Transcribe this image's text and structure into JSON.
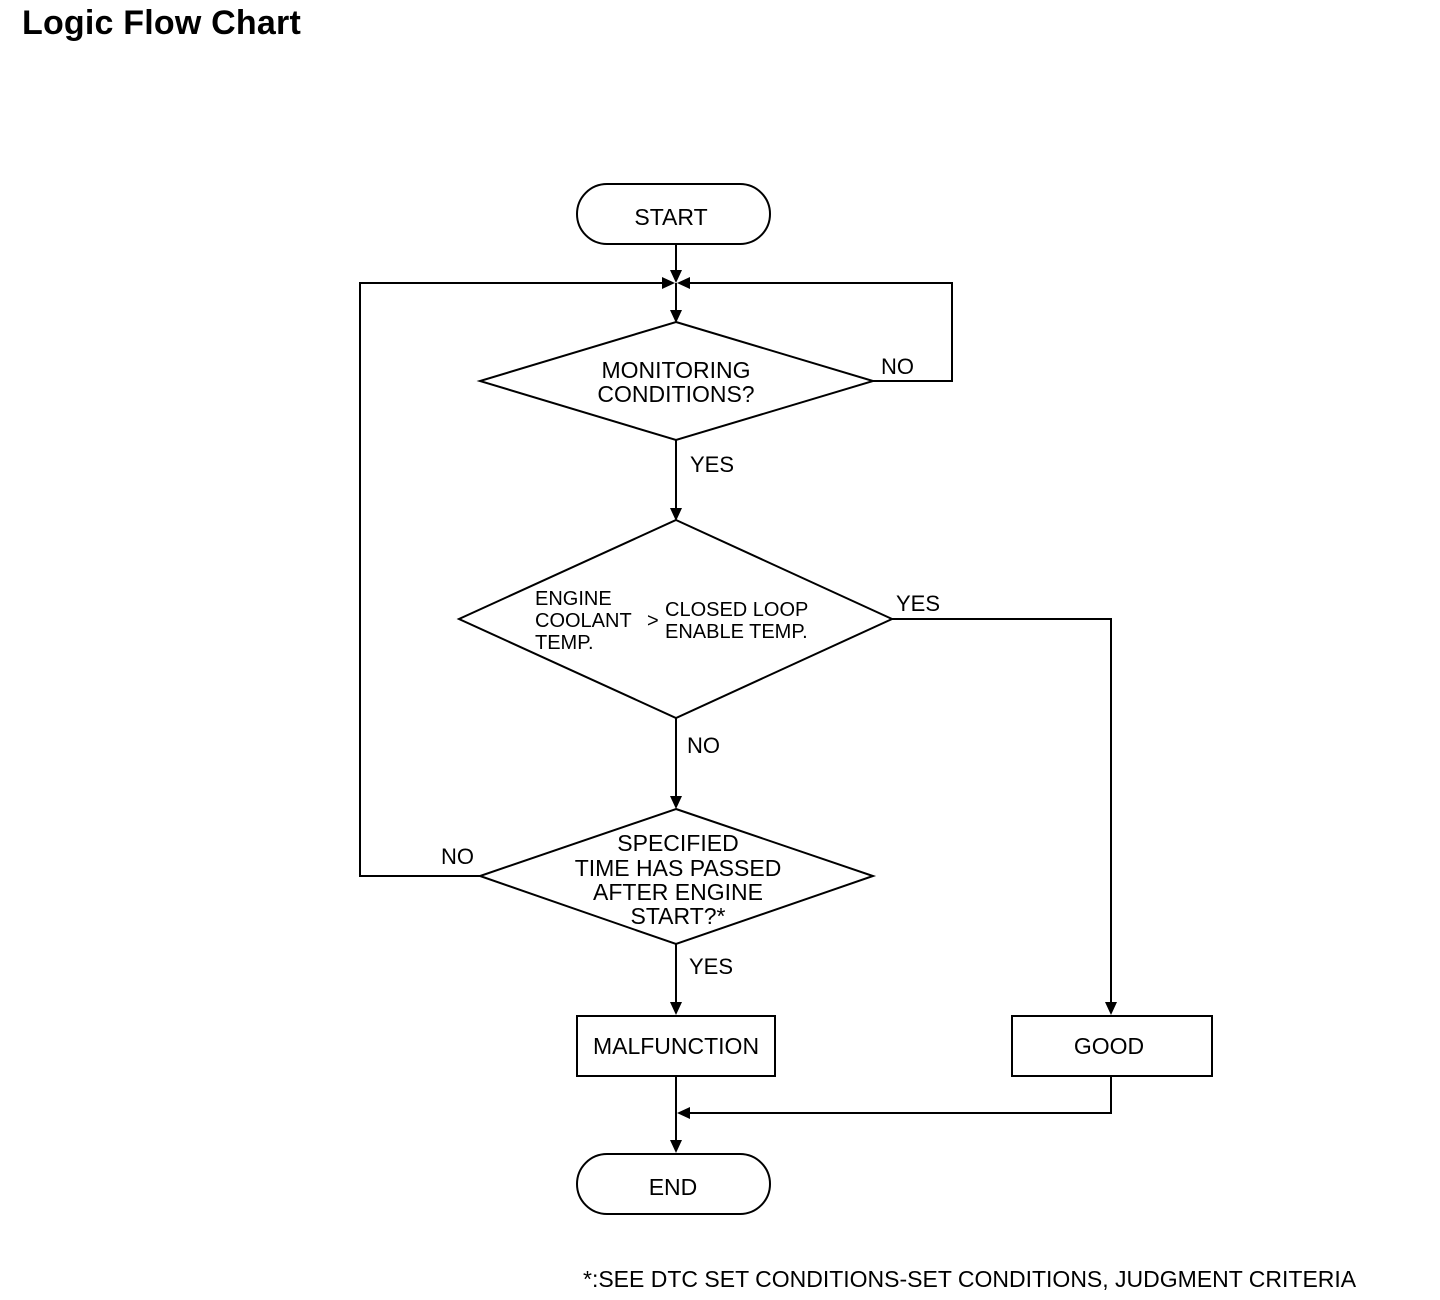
{
  "title": "Logic Flow Chart",
  "nodes": {
    "start": "START",
    "monitoring": [
      "MONITORING",
      "CONDITIONS?"
    ],
    "coolant": {
      "left": [
        "ENGINE",
        "COOLANT",
        "TEMP."
      ],
      "operator": ">",
      "right": [
        "CLOSED LOOP",
        "ENABLE TEMP."
      ]
    },
    "specified": [
      "SPECIFIED",
      "TIME HAS PASSED",
      "AFTER ENGINE",
      "START?*"
    ],
    "malfunction": "MALFUNCTION",
    "good": "GOOD",
    "end": "END"
  },
  "edges": {
    "monitoring_no": "NO",
    "monitoring_yes": "YES",
    "coolant_yes": "YES",
    "coolant_no": "NO",
    "specified_no": "NO",
    "specified_yes": "YES"
  },
  "footnote": "*:SEE DTC SET CONDITIONS-SET CONDITIONS, JUDGMENT CRITERIA"
}
